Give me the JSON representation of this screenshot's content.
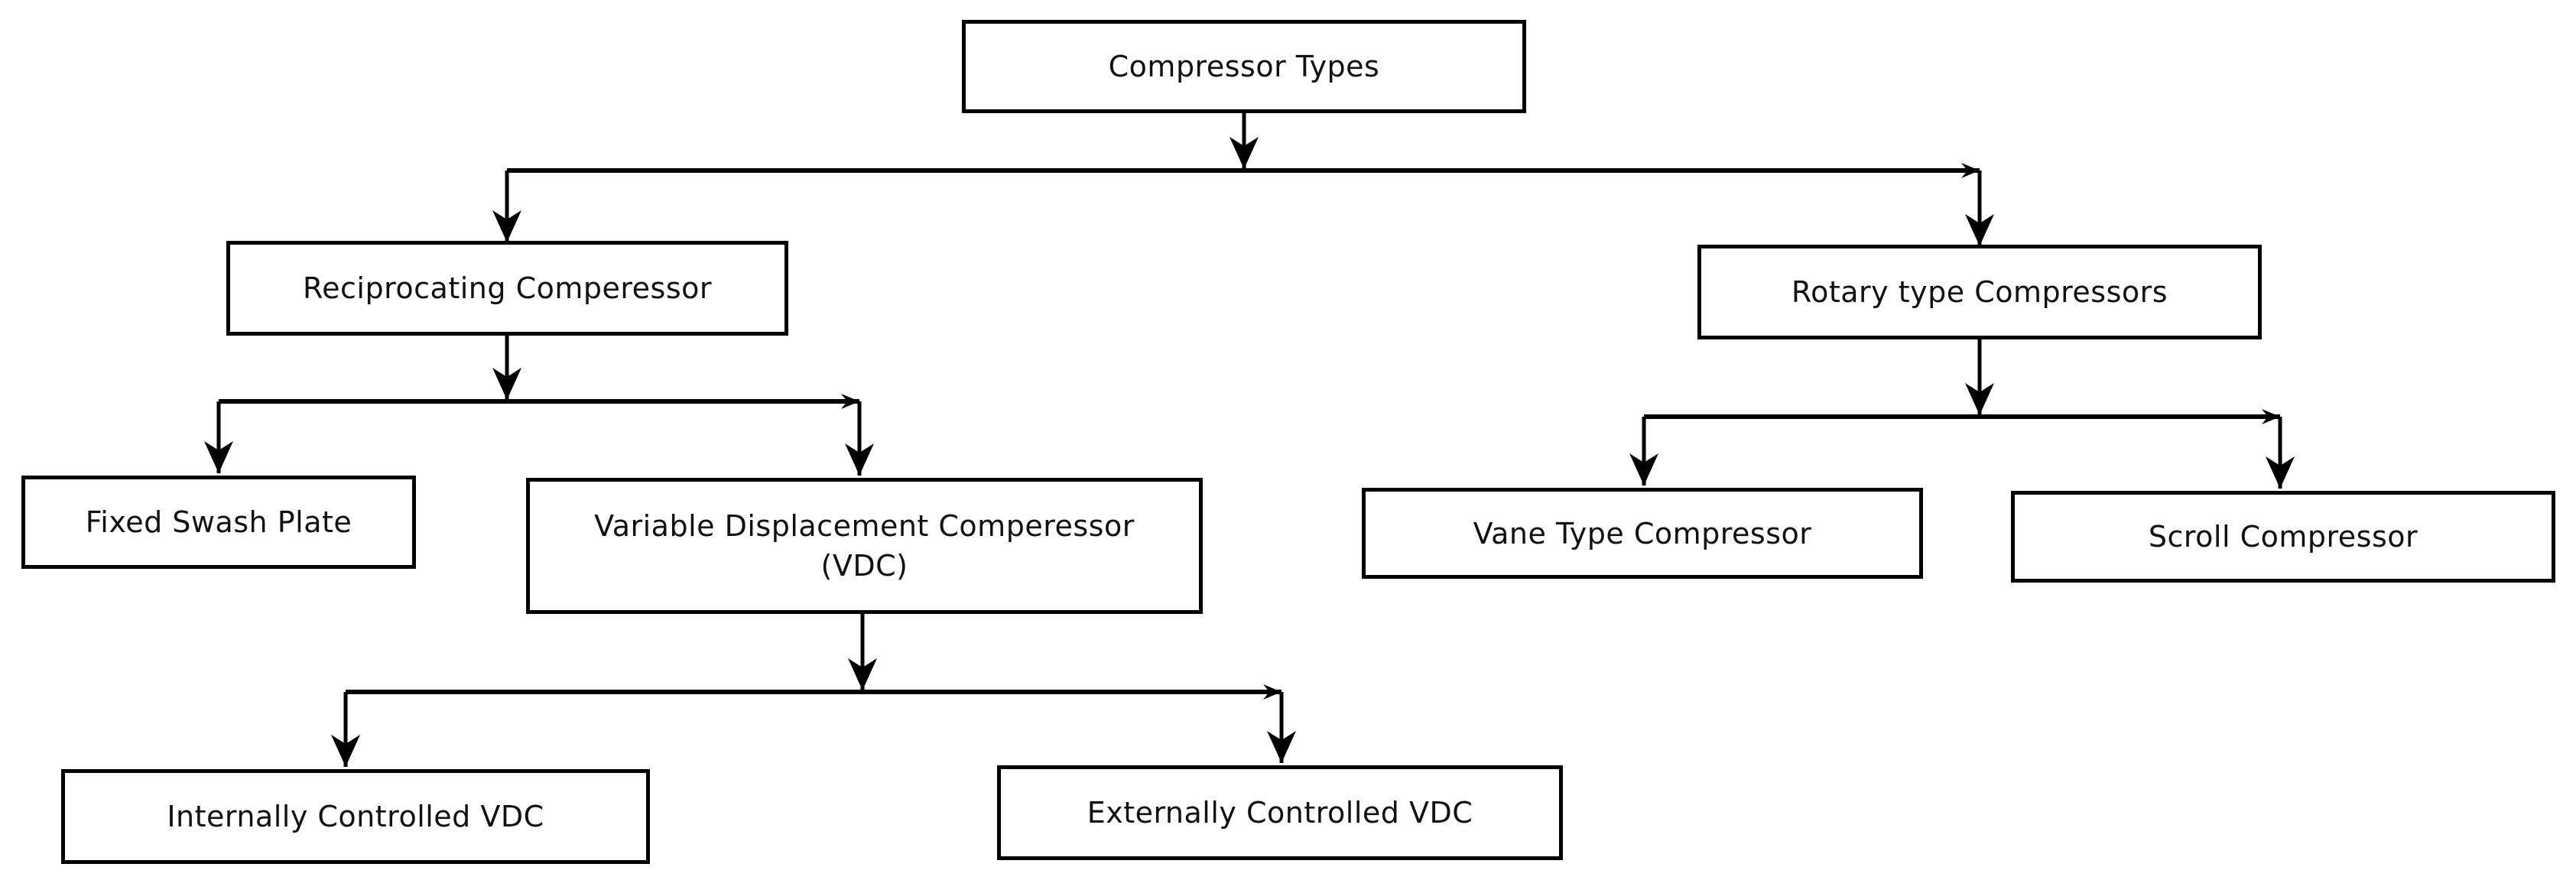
{
  "diagram": {
    "type": "tree",
    "orientation": "top-down",
    "background": "white"
  },
  "nodes": {
    "root": {
      "label": "Compressor Types"
    },
    "reciprocating": {
      "label": "Reciprocating Comperessor"
    },
    "rotary": {
      "label": "Rotary type Compressors"
    },
    "fixed_swash": {
      "label": "Fixed Swash Plate"
    },
    "vdc": {
      "label": "Variable Displacement Comperessor",
      "label_line2": "(VDC)"
    },
    "vane": {
      "label": "Vane Type Compressor"
    },
    "scroll": {
      "label": "Scroll Compressor"
    },
    "internal_vdc": {
      "label": "Internally Controlled VDC"
    },
    "external_vdc": {
      "label": "Externally Controlled VDC"
    }
  },
  "edges": [
    {
      "from": "root",
      "to": "reciprocating"
    },
    {
      "from": "root",
      "to": "rotary"
    },
    {
      "from": "reciprocating",
      "to": "fixed_swash"
    },
    {
      "from": "reciprocating",
      "to": "vdc"
    },
    {
      "from": "vdc",
      "to": "internal_vdc"
    },
    {
      "from": "vdc",
      "to": "external_vdc"
    },
    {
      "from": "rotary",
      "to": "vane"
    },
    {
      "from": "rotary",
      "to": "scroll"
    }
  ],
  "colors": {
    "line": "#000000",
    "box_border": "#000000",
    "box_fill": "#ffffff",
    "background": "#ffffff",
    "text": "#111111"
  }
}
